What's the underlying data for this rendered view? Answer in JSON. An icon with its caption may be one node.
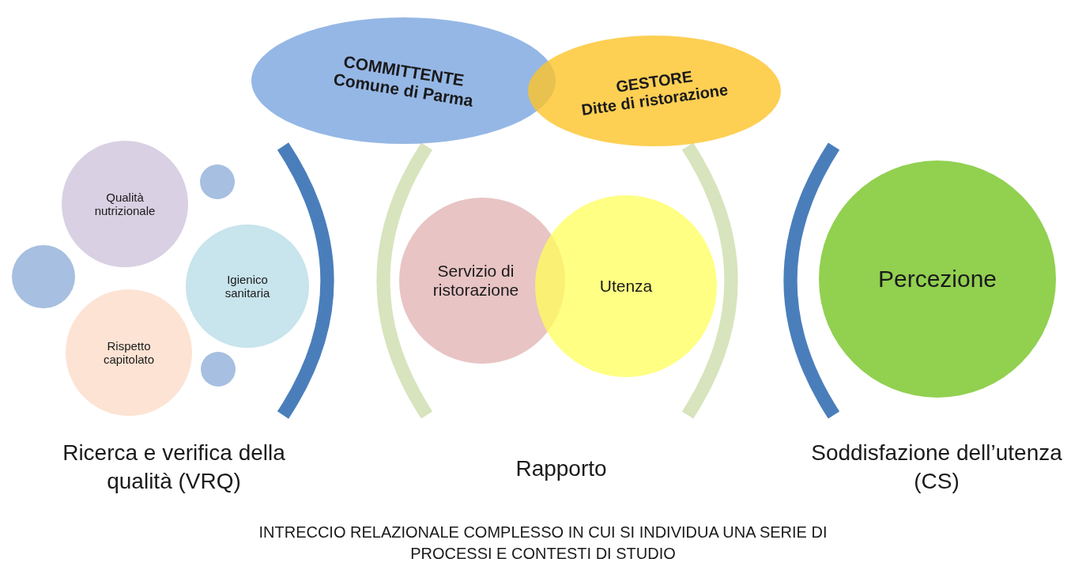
{
  "diagram": {
    "caption": "INTRECCIO RELAZIONALE COMPLESSO IN CUI SI INDIVIDUA UNA SERIE DI PROCESSI E CONTESTI DI STUDIO",
    "nodes": [
      {
        "text": [
          "COMMITTENTE",
          "Comune di Parma"
        ]
      },
      {
        "text": [
          "GESTORE",
          "Ditte di ristorazione"
        ]
      },
      {
        "text": [
          "Qualità nutrizionale"
        ]
      },
      {
        "text": [
          "Igienico sanitaria"
        ]
      },
      {
        "text": [
          "Rispetto capitolato"
        ]
      },
      {
        "text": [],
        "shape": "circle"
      },
      {
        "text": [],
        "shape": "circle"
      },
      {
        "text": [],
        "shape": "circle"
      },
      {
        "text": [
          "Servizio di ristorazione"
        ]
      },
      {
        "text": [
          "Utenza"
        ]
      },
      {
        "text": [
          "Percezione"
        ]
      }
    ],
    "edges": [],
    "labels": [
      "Ricerca e verifica della qualità (VRQ)",
      "Rapporto",
      "Soddisfazione dell’utenza (CS)"
    ]
  }
}
